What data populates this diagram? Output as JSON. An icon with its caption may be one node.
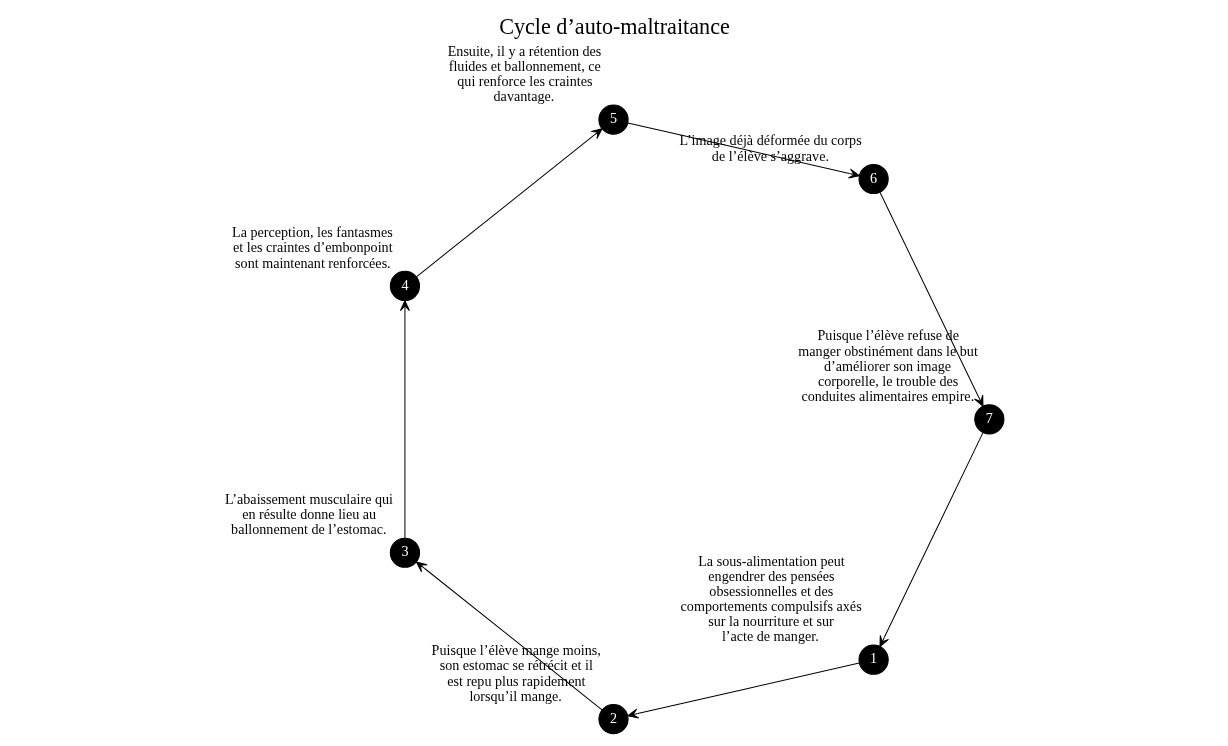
{
  "diagram": {
    "title": "Cycle d’auto-maltraitance",
    "nodes": [
      {
        "text": [
          "1"
        ],
        "beside": [
          "La sous-alimentation peut engendrer des pensées obsessionnelles et des comportements compulsifs axés sur la nourriture et sur l’acte de manger."
        ]
      },
      {
        "text": [
          "2"
        ],
        "beside": [
          "Puisque l’élève mange moins, son estomac se rétrécit et il est repu plus rapidement lorsqu’il mange."
        ]
      },
      {
        "text": [
          "3"
        ],
        "beside": [
          "L’abaissement musculaire qui en résulte donne lieu au ballonnement de l’estomac."
        ]
      },
      {
        "text": [
          "4"
        ],
        "beside": [
          "La perception, les fantasmes et les craintes d’embonpoint sont maintenant renforcées."
        ]
      },
      {
        "text": [
          "5"
        ],
        "beside": [
          "Ensuite, il y a rétention des fluides et ballonnement, ce qui renforce les craintes davantage."
        ]
      },
      {
        "text": [
          "6"
        ],
        "beside": [
          "L’image déjà déformée du corps de l’élève s’aggrave."
        ]
      },
      {
        "text": [
          "7"
        ],
        "beside": [
          "Puisque l’élève refuse de manger obstinément dans le but d’améliorer son image corporelle, le trouble des conduites alimentaires empire."
        ]
      }
    ],
    "edges": [
      {
        "from": 0,
        "to": 1,
        "arrow": "to"
      },
      {
        "from": 1,
        "to": 2,
        "arrow": "to"
      },
      {
        "from": 2,
        "to": 3,
        "arrow": "to"
      },
      {
        "from": 3,
        "to": 4,
        "arrow": "to"
      },
      {
        "from": 4,
        "to": 5,
        "arrow": "to"
      },
      {
        "from": 5,
        "to": 6,
        "arrow": "to"
      },
      {
        "from": 6,
        "to": 0,
        "arrow": "to"
      }
    ]
  }
}
